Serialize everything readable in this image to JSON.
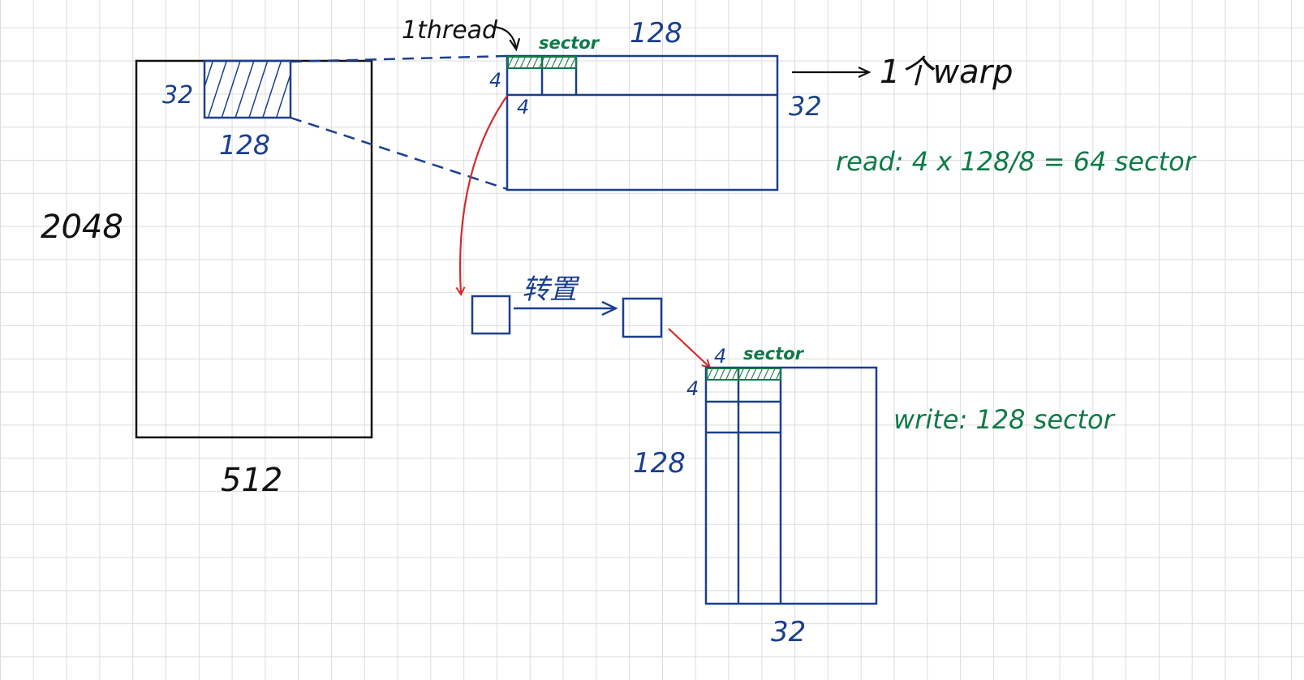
{
  "colors": {
    "ink_black": "#111111",
    "ink_blue": "#1a3f8f",
    "ink_green": "#0f7a48",
    "ink_red": "#d42a2a",
    "grid": "#dcdcdc"
  },
  "matrix": {
    "height_label": "2048",
    "width_label": "512",
    "tile_height_label": "32",
    "tile_width_label": "128"
  },
  "tile_zoom": {
    "thread_label": "1thread",
    "sector_label": "sector",
    "width_label": "128",
    "block_height_label": "4",
    "block_width_label": "4",
    "height_label": "32",
    "warp_label": "1个warp",
    "read_formula": "read: 4 x 128/8 = 64  sector"
  },
  "transpose": {
    "label": "转置"
  },
  "output_tile": {
    "block_width_label": "4",
    "block_height_label": "4",
    "sector_label": "sector",
    "height_label": "128",
    "width_label": "32",
    "write_formula": "write: 128 sector"
  }
}
